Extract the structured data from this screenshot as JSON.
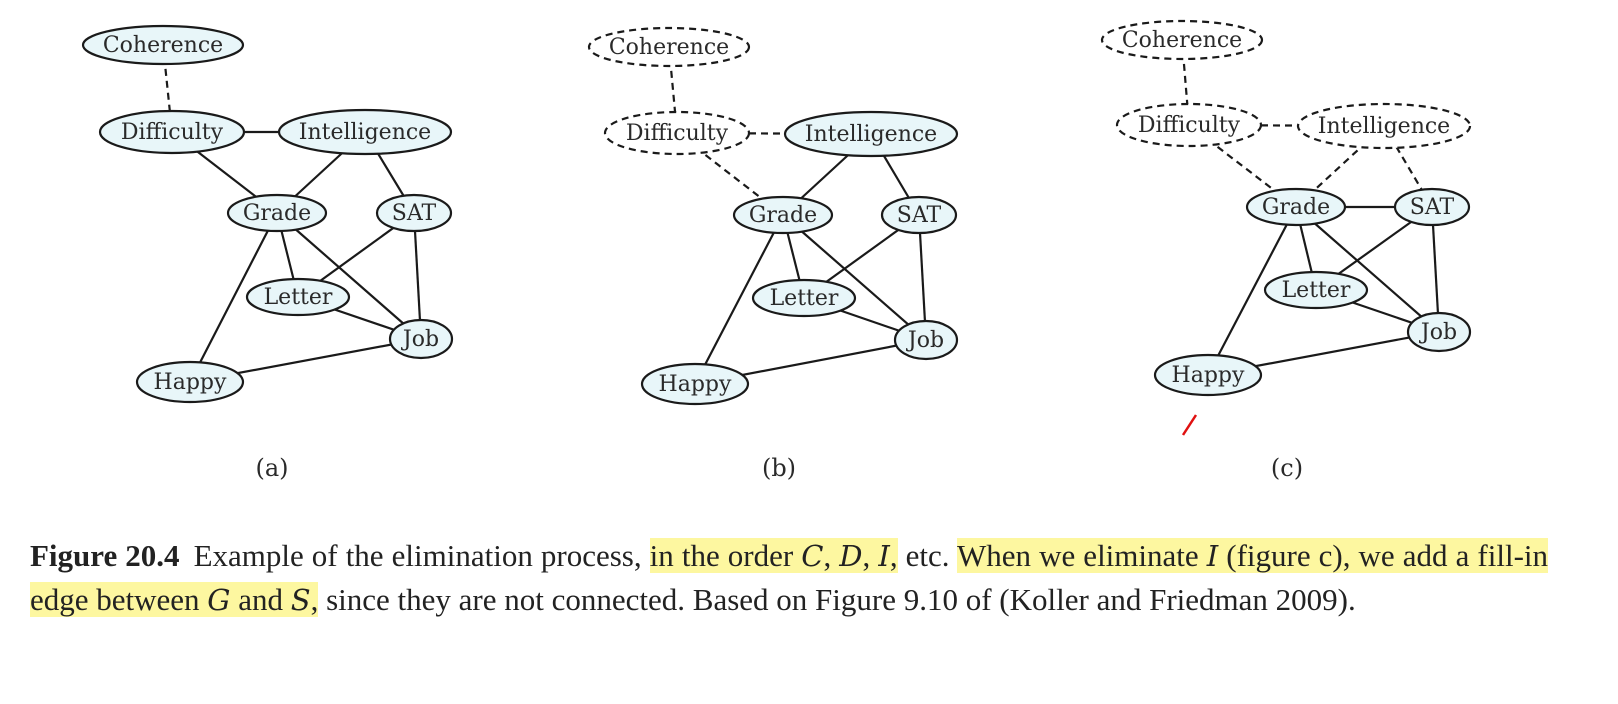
{
  "nodes": {
    "coherence": "Coherence",
    "difficulty": "Difficulty",
    "intelligence": "Intelligence",
    "grade": "Grade",
    "sat": "SAT",
    "letter": "Letter",
    "job": "Job",
    "happy": "Happy"
  },
  "panels": [
    {
      "id": "a",
      "label": "(a)",
      "eliminated": []
    },
    {
      "id": "b",
      "label": "(b)",
      "eliminated": [
        "coherence",
        "difficulty"
      ]
    },
    {
      "id": "c",
      "label": "(c)",
      "eliminated": [
        "coherence",
        "difficulty",
        "intelligence"
      ]
    }
  ],
  "edges": {
    "a": [
      {
        "from": "coherence",
        "to": "difficulty",
        "style": "dashed"
      },
      {
        "from": "difficulty",
        "to": "intelligence",
        "style": "solid"
      },
      {
        "from": "difficulty",
        "to": "grade",
        "style": "solid"
      },
      {
        "from": "intelligence",
        "to": "grade",
        "style": "solid"
      },
      {
        "from": "intelligence",
        "to": "sat",
        "style": "solid"
      },
      {
        "from": "grade",
        "to": "letter",
        "style": "solid"
      },
      {
        "from": "grade",
        "to": "job",
        "style": "solid"
      },
      {
        "from": "grade",
        "to": "happy",
        "style": "solid"
      },
      {
        "from": "sat",
        "to": "letter",
        "style": "solid"
      },
      {
        "from": "sat",
        "to": "job",
        "style": "solid"
      },
      {
        "from": "letter",
        "to": "job",
        "style": "solid"
      },
      {
        "from": "happy",
        "to": "job",
        "style": "solid"
      }
    ],
    "b": [
      {
        "from": "coherence",
        "to": "difficulty",
        "style": "dashed"
      },
      {
        "from": "difficulty",
        "to": "intelligence",
        "style": "dashed"
      },
      {
        "from": "difficulty",
        "to": "grade",
        "style": "dashed"
      },
      {
        "from": "intelligence",
        "to": "grade",
        "style": "solid"
      },
      {
        "from": "intelligence",
        "to": "sat",
        "style": "solid"
      },
      {
        "from": "grade",
        "to": "letter",
        "style": "solid"
      },
      {
        "from": "grade",
        "to": "job",
        "style": "solid"
      },
      {
        "from": "grade",
        "to": "happy",
        "style": "solid"
      },
      {
        "from": "sat",
        "to": "letter",
        "style": "solid"
      },
      {
        "from": "sat",
        "to": "job",
        "style": "solid"
      },
      {
        "from": "letter",
        "to": "job",
        "style": "solid"
      },
      {
        "from": "happy",
        "to": "job",
        "style": "solid"
      }
    ],
    "c": [
      {
        "from": "coherence",
        "to": "difficulty",
        "style": "dashed"
      },
      {
        "from": "difficulty",
        "to": "intelligence",
        "style": "dashed"
      },
      {
        "from": "difficulty",
        "to": "grade",
        "style": "dashed"
      },
      {
        "from": "intelligence",
        "to": "grade",
        "style": "dashed"
      },
      {
        "from": "intelligence",
        "to": "sat",
        "style": "dashed"
      },
      {
        "from": "grade",
        "to": "sat",
        "style": "solid"
      },
      {
        "from": "grade",
        "to": "letter",
        "style": "solid"
      },
      {
        "from": "grade",
        "to": "job",
        "style": "solid"
      },
      {
        "from": "grade",
        "to": "happy",
        "style": "solid"
      },
      {
        "from": "sat",
        "to": "letter",
        "style": "solid"
      },
      {
        "from": "sat",
        "to": "job",
        "style": "solid"
      },
      {
        "from": "letter",
        "to": "job",
        "style": "solid"
      },
      {
        "from": "happy",
        "to": "job",
        "style": "solid"
      }
    ]
  },
  "colors": {
    "node_fill": "#e8f6f9",
    "node_stroke": "#1a1a1a",
    "highlight": "#fdf7a0",
    "annotation_mark": "#e01010"
  },
  "caption": {
    "figure_label": "Figure 20.4",
    "text_1": "Example of the elimination process, ",
    "hl_1": "in the order ",
    "var_c": "C",
    "sep_1": ", ",
    "var_d": "D",
    "sep_2": ", ",
    "var_i": "I",
    "sep_3": ",",
    "text_2": " etc. ",
    "hl_2a": "When we eliminate ",
    "var_i2": "I",
    "hl_2b": " (figure c), we add a fill-in edge between ",
    "var_g": "G",
    "hl_2c": " and ",
    "var_s": "S",
    "hl_2d": ",",
    "text_3": " since they are not connected. Based on Figure 9.10 of (Koller and Friedman 2009)."
  }
}
